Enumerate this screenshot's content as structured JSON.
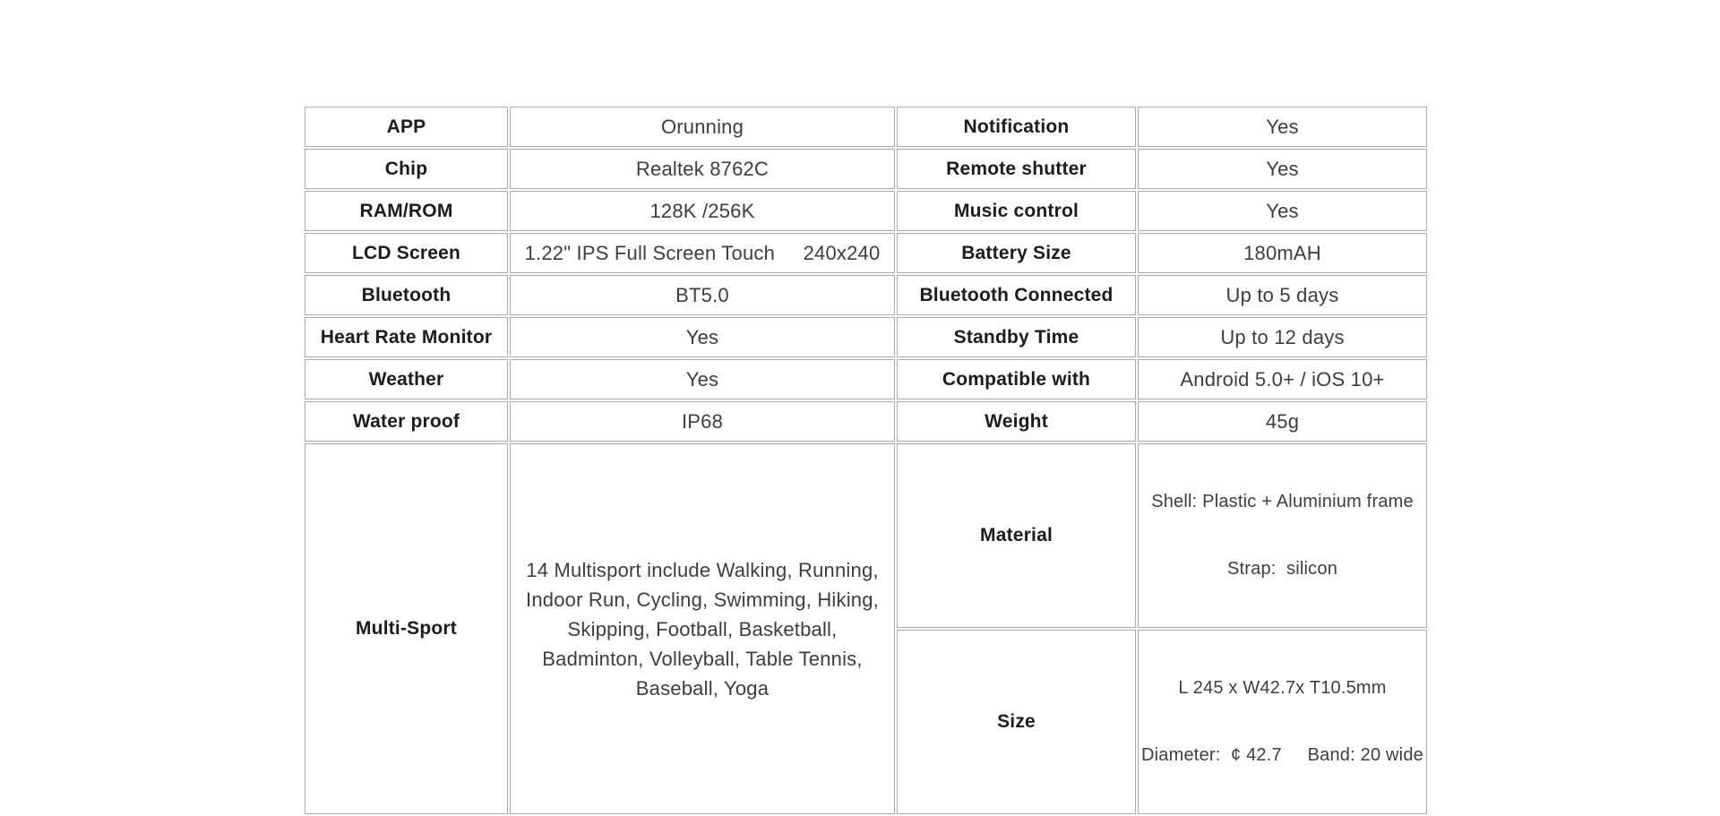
{
  "colors": {
    "label_cell_bg": "#b4cdec",
    "cell_border": "#a9a9a9",
    "label_text": "#1c1c1c",
    "value_text": "#3e3e3e",
    "page_bg": "#ffffff"
  },
  "spec_table": {
    "rows": [
      {
        "label_left": "APP",
        "value_left": "Orunning",
        "label_right": "Notification",
        "value_right": "Yes"
      },
      {
        "label_left": "Chip",
        "value_left": "Realtek 8762C",
        "label_right": "Remote shutter",
        "value_right": "Yes"
      },
      {
        "label_left": "RAM/ROM",
        "value_left": "128K /256K",
        "label_right": "Music control",
        "value_right": "Yes"
      },
      {
        "label_left": "LCD Screen",
        "value_left": "1.22\" IPS Full Screen Touch     240x240",
        "label_right": "Battery Size",
        "value_right": "180mAH"
      },
      {
        "label_left": "Bluetooth",
        "value_left": "BT5.0",
        "label_right": "Bluetooth Connected",
        "value_right": "Up to 5 days"
      },
      {
        "label_left": "Heart Rate Monitor",
        "value_left": "Yes",
        "label_right": "Standby Time",
        "value_right": "Up to 12 days"
      },
      {
        "label_left": "Weather",
        "value_left": "Yes",
        "label_right": "Compatible with",
        "value_right": "Android 5.0+ / iOS 10+"
      },
      {
        "label_left": "Water proof",
        "value_left": "IP68",
        "label_right": "Weight",
        "value_right": "45g"
      }
    ],
    "multi_sport": {
      "label": "Multi-Sport",
      "value": "14 Multisport include Walking, Running, Indoor Run, Cycling, Swimming, Hiking, Skipping, Football, Basketball, Badminton, Volleyball, Table Tennis, Baseball, Yoga"
    },
    "material": {
      "label": "Material",
      "line1": "Shell: Plastic + Aluminium frame",
      "line2": "Strap:  silicon"
    },
    "size": {
      "label": "Size",
      "line1": "L 245 x W42.7x T10.5mm",
      "line2": "Diameter:  ¢ 42.7     Band: 20 wide"
    }
  }
}
